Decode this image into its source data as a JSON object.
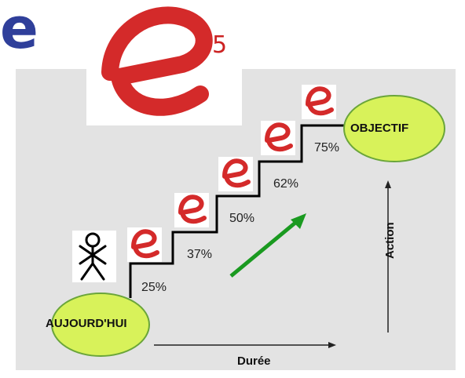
{
  "header": {
    "letter": "e"
  },
  "logo": {
    "superscript": "5"
  },
  "diagram": {
    "start_label": "AUJOURD'HUI",
    "goal_label": "OBJECTIF",
    "steps": [
      {
        "percent": "25%"
      },
      {
        "percent": "37%"
      },
      {
        "percent": "50%"
      },
      {
        "percent": "62%"
      },
      {
        "percent": "75%"
      }
    ],
    "x_axis_label": "Durée",
    "y_axis_label": "Action"
  },
  "colors": {
    "brand_red": "#d42a2a",
    "title_blue": "#2f3f9a",
    "ellipse_fill": "#d8f25a",
    "ellipse_stroke": "#6aa53a",
    "trend_arrow": "#1a9a20",
    "panel": "#e3e3e3"
  }
}
